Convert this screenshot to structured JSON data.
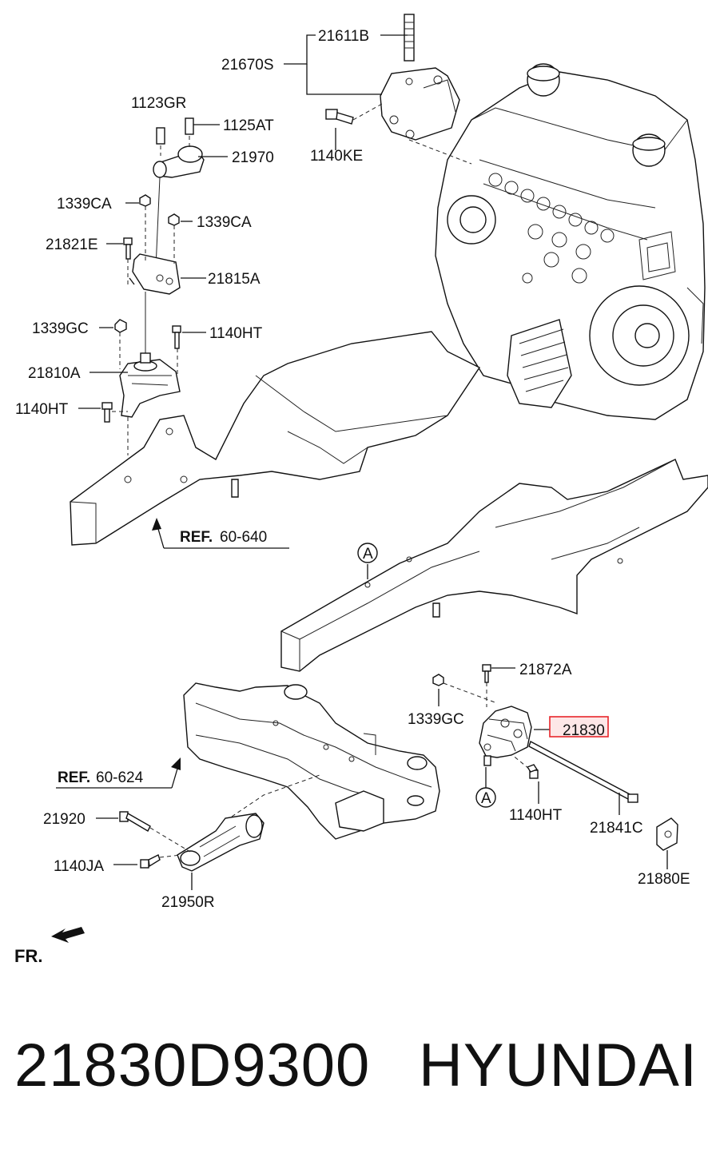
{
  "labels": {
    "p21611B": "21611B",
    "p21670S": "21670S",
    "p1140KE": "1140KE",
    "p1123GR": "1123GR",
    "p1125AT": "1125AT",
    "p21970": "21970",
    "p1339CA_left": "1339CA",
    "p1339CA_right": "1339CA",
    "p21821E": "21821E",
    "p21815A": "21815A",
    "p1339GC_top": "1339GC",
    "p1140HT_top": "1140HT",
    "p21810A": "21810A",
    "p1140HT_left": "1140HT",
    "ref_60_640_bold": "REF.",
    "ref_60_640": "60-640",
    "callout_a": "A",
    "p21872A": "21872A",
    "p1339GC_bottom": "1339GC",
    "p21830": "21830",
    "ref_60_624_bold": "REF.",
    "ref_60_624": "60-624",
    "p1140HT_bottom": "1140HT",
    "p21841C": "21841C",
    "p21920": "21920",
    "p1140JA": "1140JA",
    "p21950R": "21950R",
    "p21880E": "21880E",
    "front_marker": "FR."
  },
  "footer": {
    "part_number": "21830D9300",
    "brand": "HYUNDAI"
  },
  "highlight": {
    "color": "#e8262b",
    "fill": "#fde7e7"
  }
}
